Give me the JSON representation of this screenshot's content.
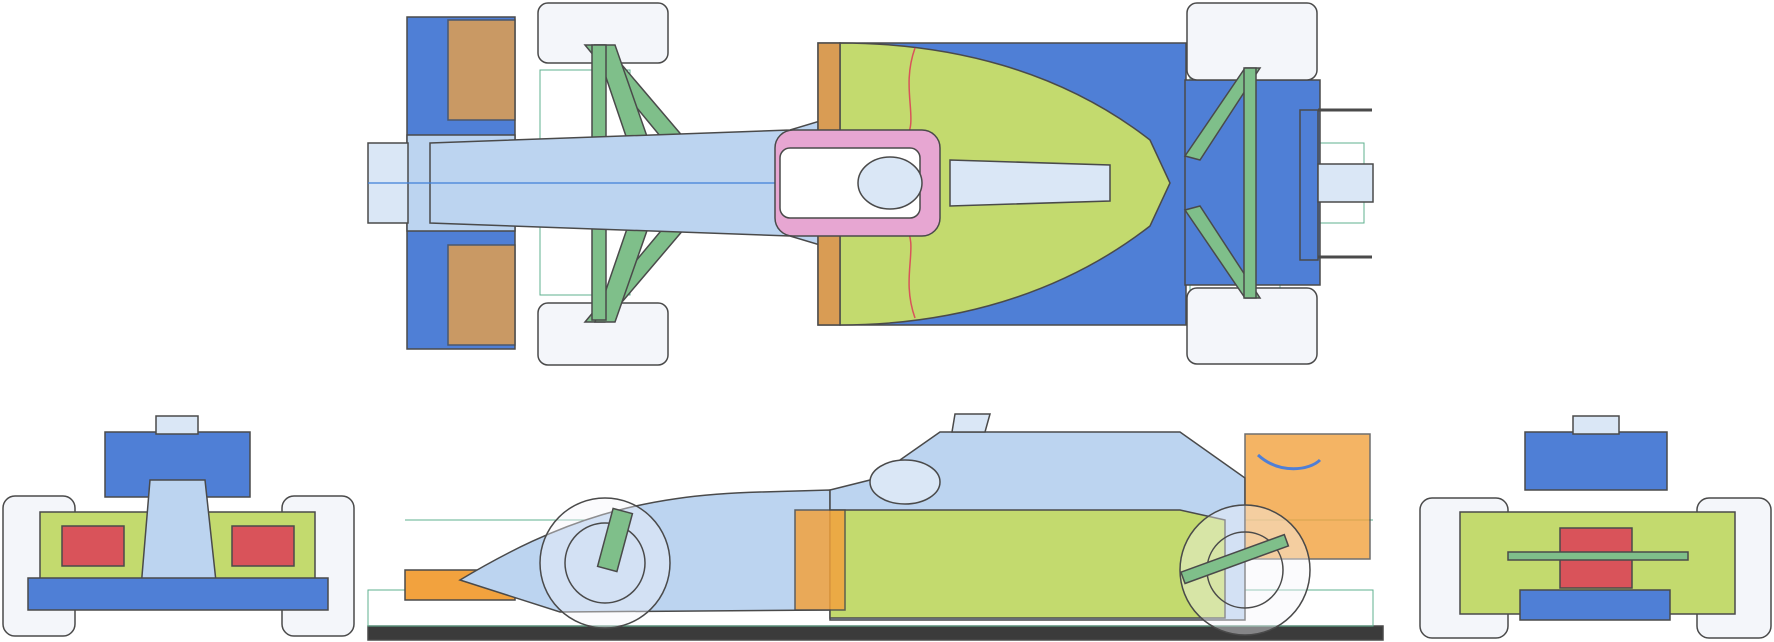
{
  "drawing": {
    "views": [
      "top-view",
      "side-view",
      "front-view",
      "rear-view"
    ]
  },
  "colors": {
    "paper": "#ffffff",
    "blue": "#4f7fd6",
    "blue_light": "#bcd4f0",
    "blue_pale": "#dae7f6",
    "green": "#c3da6e",
    "green_dark": "#8fb24a",
    "suspension": "#7fbf8a",
    "orange": "#f2a23e",
    "orange_light": "#f7c27c",
    "pink": "#e7a6d2",
    "red": "#d9535a",
    "line": "#4a4a4a",
    "guide": "#5fb08f",
    "center": "#3f7fd8",
    "tyre": "#f4f6fa",
    "ground": "#3b3b3b"
  }
}
